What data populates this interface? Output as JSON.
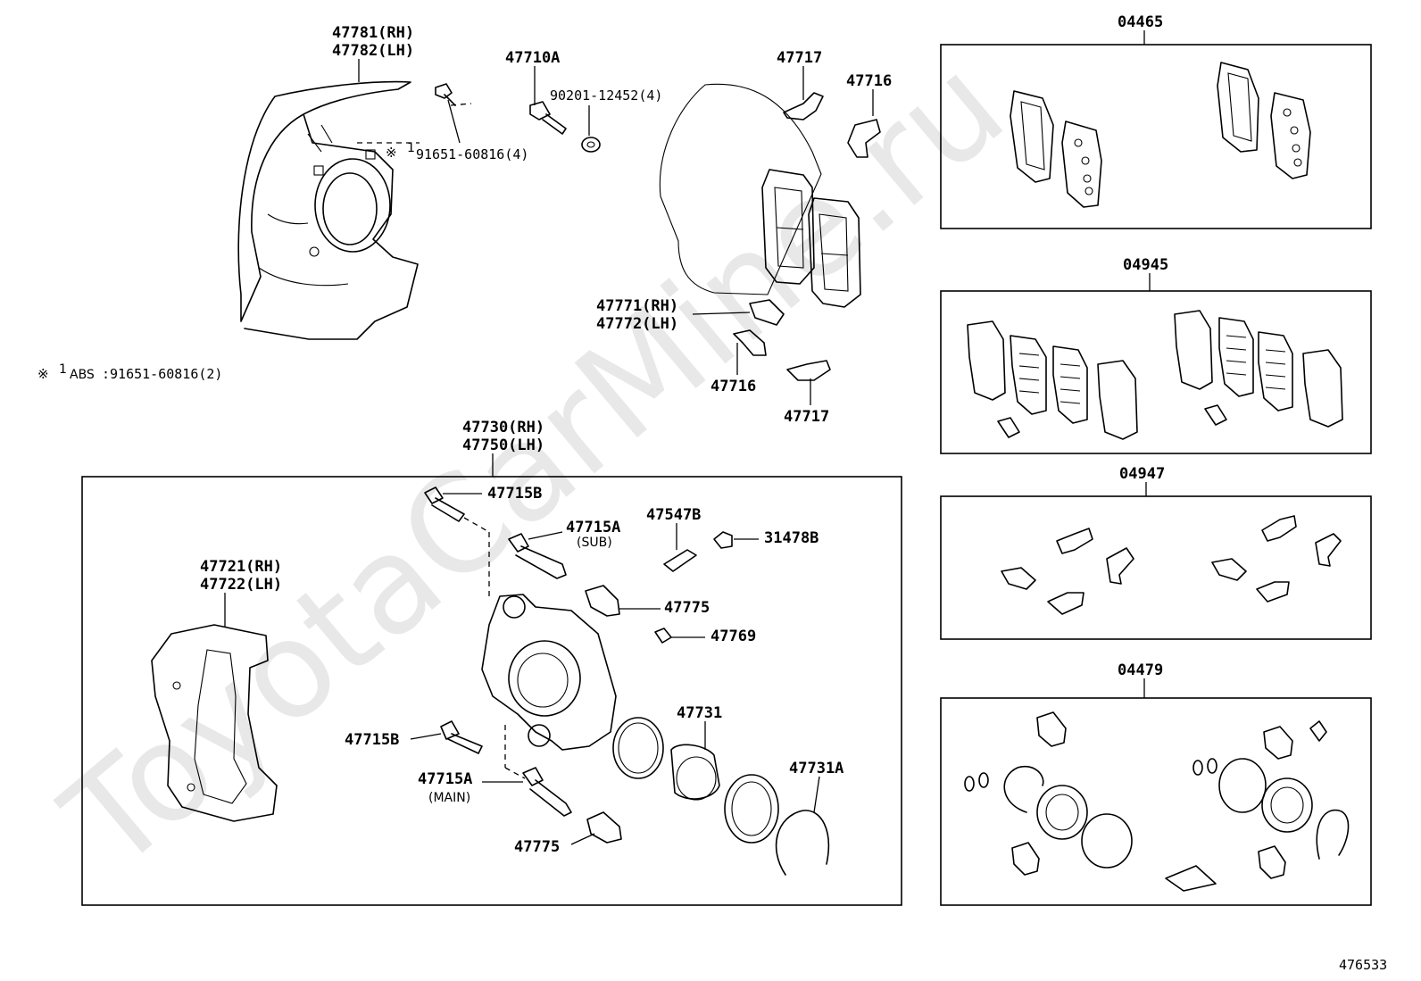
{
  "watermark": "ToyotaCarMine.ru",
  "figure_number": "476533",
  "shield": {
    "rh": "47781(RH)",
    "lh": "47782(LH)"
  },
  "bolt_91651": "91651-60816(4)",
  "abs_note_mark": "※",
  "abs_note_sub": "1",
  "abs_note_label": "ABS",
  "abs_note_part": ":91651-60816(2)",
  "shield_note_mark": "※",
  "shield_note_sub": "1",
  "bolt_47710A": "47710A",
  "washer_90201": "90201-12452(4)",
  "clip_47717_top": "47717",
  "clip_47716_top": "47716",
  "shim_47771": "47771(RH)",
  "shim_47772": "47772(LH)",
  "clip_47716_bottom": "47716",
  "clip_47717_bottom": "47717",
  "caliper": {
    "rh": "47730(RH)",
    "lh": "47750(LH)"
  },
  "bolt_47715B_top": "47715B",
  "pin_47715A_sub": "47715A",
  "pin_sub_note": "(SUB)",
  "bleeder_47547B": "47547B",
  "cap_31478B": "31478B",
  "boot_47775_top": "47775",
  "cap_47769": "47769",
  "mount_rh": "47721(RH)",
  "mount_lh": "47722(LH)",
  "seal_47731": "47731",
  "bolt_47715B_bottom": "47715B",
  "pin_47715A_main": "47715A",
  "pin_main_note": "(MAIN)",
  "ring_47731A": "47731A",
  "boot_47775_bottom": "47775",
  "kit_04465": "04465",
  "kit_04945": "04945",
  "kit_04947": "04947",
  "kit_04479": "04479"
}
